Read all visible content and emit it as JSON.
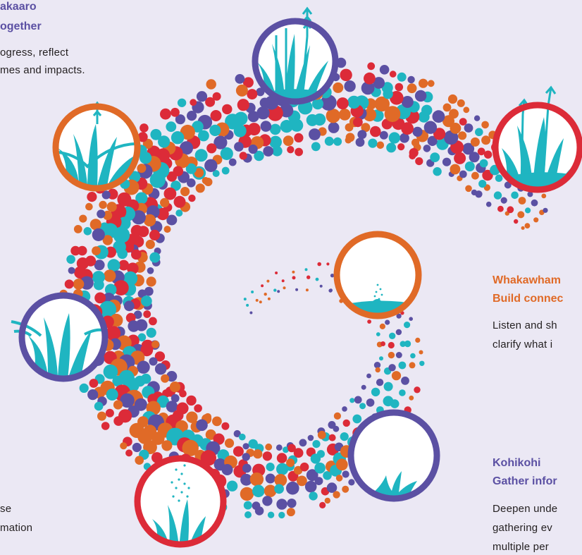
{
  "colors": {
    "background": "#ebe8f4",
    "purple": "#5b50a3",
    "orange": "#e06a27",
    "red": "#dc2b38",
    "teal": "#1fb5c1",
    "heading_purple": "#5b50a3",
    "heading_orange": "#e06a27",
    "body_text": "#231f20"
  },
  "icons": {
    "plant_icon": "tussock-grass",
    "seed_icon": "seedling-rain"
  },
  "stages": [
    {
      "heading_1": "akaaro",
      "heading_2": "ogether",
      "body_1": "ogress, reflect",
      "body_2": "mes and impacts."
    },
    {
      "heading_1": "Whakawham",
      "heading_2": "Build connec",
      "body_1": "Listen and sh",
      "body_2": "clarify what i"
    },
    {
      "heading_1": "Kohikohi",
      "heading_2": "Gather infor",
      "body_1": "Deepen unde",
      "body_2": "gathering ev",
      "body_3": "multiple per"
    },
    {
      "body_1": "se",
      "body_2": "mation"
    }
  ]
}
